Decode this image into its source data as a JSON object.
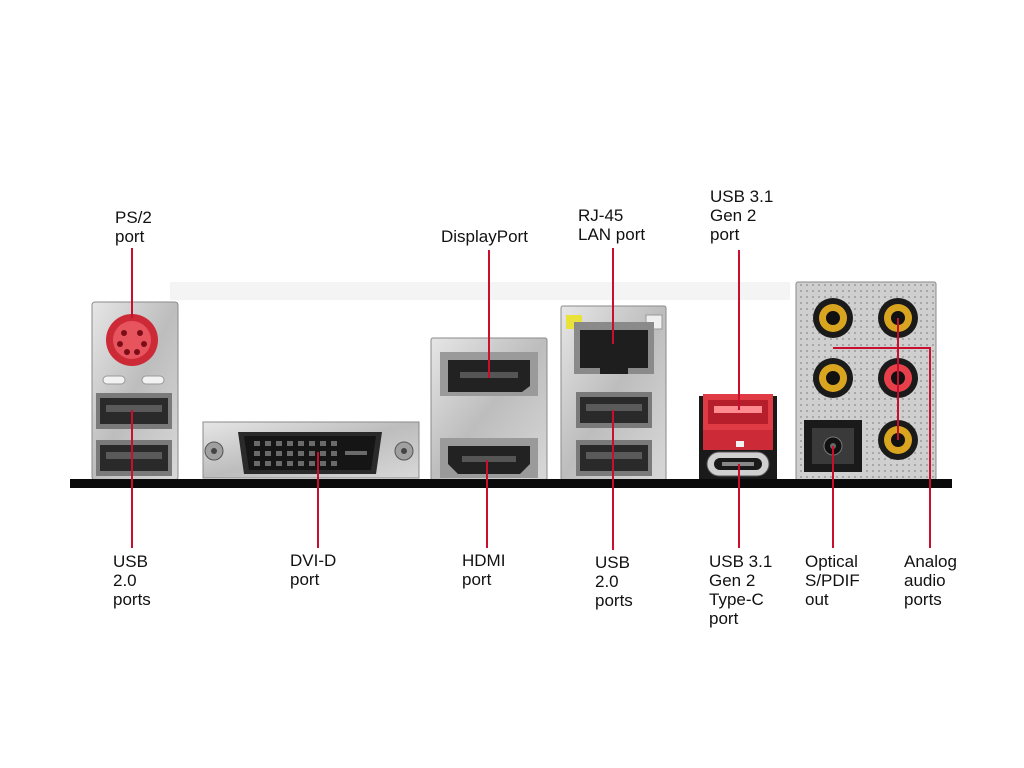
{
  "labels": {
    "ps2": "PS/2\nport",
    "usb20_left": "USB\n2.0\nports",
    "dvid": "DVI-D\nport",
    "displayport": "DisplayPort",
    "hdmi": "HDMI\nport",
    "rj45": "RJ-45\nLAN port",
    "usb20_mid": "USB\n2.0\nports",
    "usb31_gen2": "USB 3.1\nGen 2\nport",
    "usb31_typec": "USB 3.1\nGen 2\nType-C\nport",
    "optical": "Optical\nS/PDIF\nout",
    "analog": "Analog\naudio\nports"
  },
  "colors": {
    "leader": "#c8102e",
    "base_bar": "#0a0a0a",
    "metal": "#c9c9c9",
    "port_red": "#e8404a",
    "audio_gold": "#d9a520"
  }
}
